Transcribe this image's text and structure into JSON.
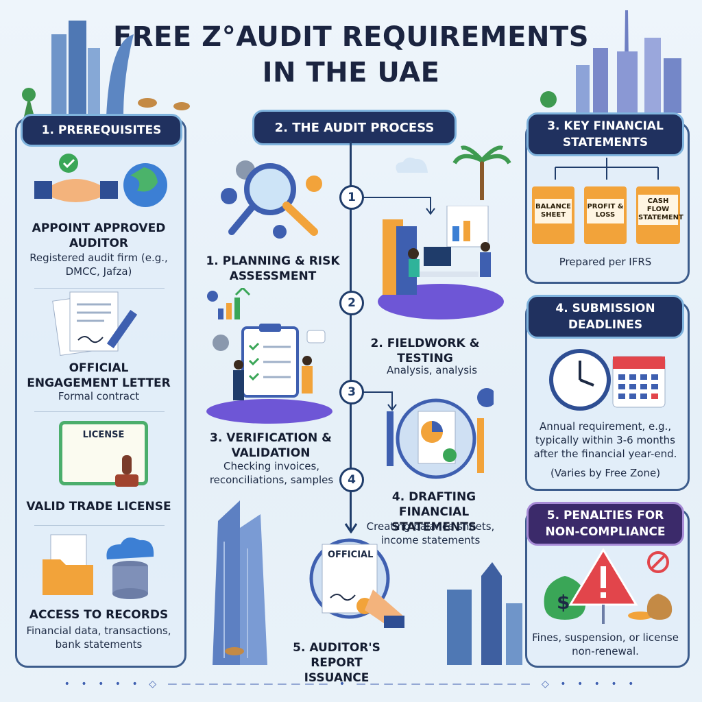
{
  "title": {
    "line1": "FREE Z°AUDIT REQUIREMENTS",
    "line2": "IN THE UAE"
  },
  "sections": {
    "prerequisites": {
      "header": "1. PREREQUISITES",
      "items": [
        {
          "title": "APPOINT APPROVED AUDITOR",
          "text": "Registered audit firm (e.g., DMCC, Jafza)"
        },
        {
          "title": "OFFICIAL ENGAGEMENT LETTER",
          "text": "Formal contract"
        },
        {
          "title": "VALID TRADE LICENSE",
          "text": ""
        },
        {
          "title": "ACCESS TO RECORDS",
          "text": "Financial data, transactions, bank statements"
        }
      ],
      "license_card_text": "LICENSE"
    },
    "audit_process": {
      "header": "2. THE AUDIT PROCESS",
      "steps": [
        {
          "num": "1",
          "title": "1. PLANNING & RISK ASSESSMENT",
          "text": ""
        },
        {
          "num": "2",
          "title": "2. FIELDWORK & TESTING",
          "text": "Analysis, analysis"
        },
        {
          "num": "3",
          "title": "3. VERIFICATION & VALIDATION",
          "text": "Checking invoices, reconciliations, samples"
        },
        {
          "num": "4",
          "title": "4. DRAFTING FINANCIAL STATEMENTS",
          "text": "Creating balance sheets, income statements"
        },
        {
          "num": "",
          "title": "5. AUDITOR'S REPORT ISSUANCE",
          "text": ""
        }
      ],
      "report_label": "OFFICIAL"
    },
    "key_statements": {
      "header": "3. KEY FINANCIAL STATEMENTS",
      "folders": [
        "BALANCE SHEET",
        "PROFIT & LOSS",
        "CASH FLOW STATEMENT"
      ],
      "note": "Prepared per IFRS"
    },
    "deadlines": {
      "header": "4. SUBMISSION DEADLINES",
      "text": "Annual requirement, e.g., typically within 3-6 months after the financial year-end.",
      "note": "(Varies by Free Zone)"
    },
    "penalties": {
      "header": "5. PENALTIES FOR NON-COMPLIANCE",
      "text": "Fines, suspension, or license non-renewal."
    }
  },
  "colors": {
    "navy": "#20315f",
    "accent": "#7fb3dd",
    "purple": "#3b2a6a",
    "orange": "#f2a33a"
  }
}
